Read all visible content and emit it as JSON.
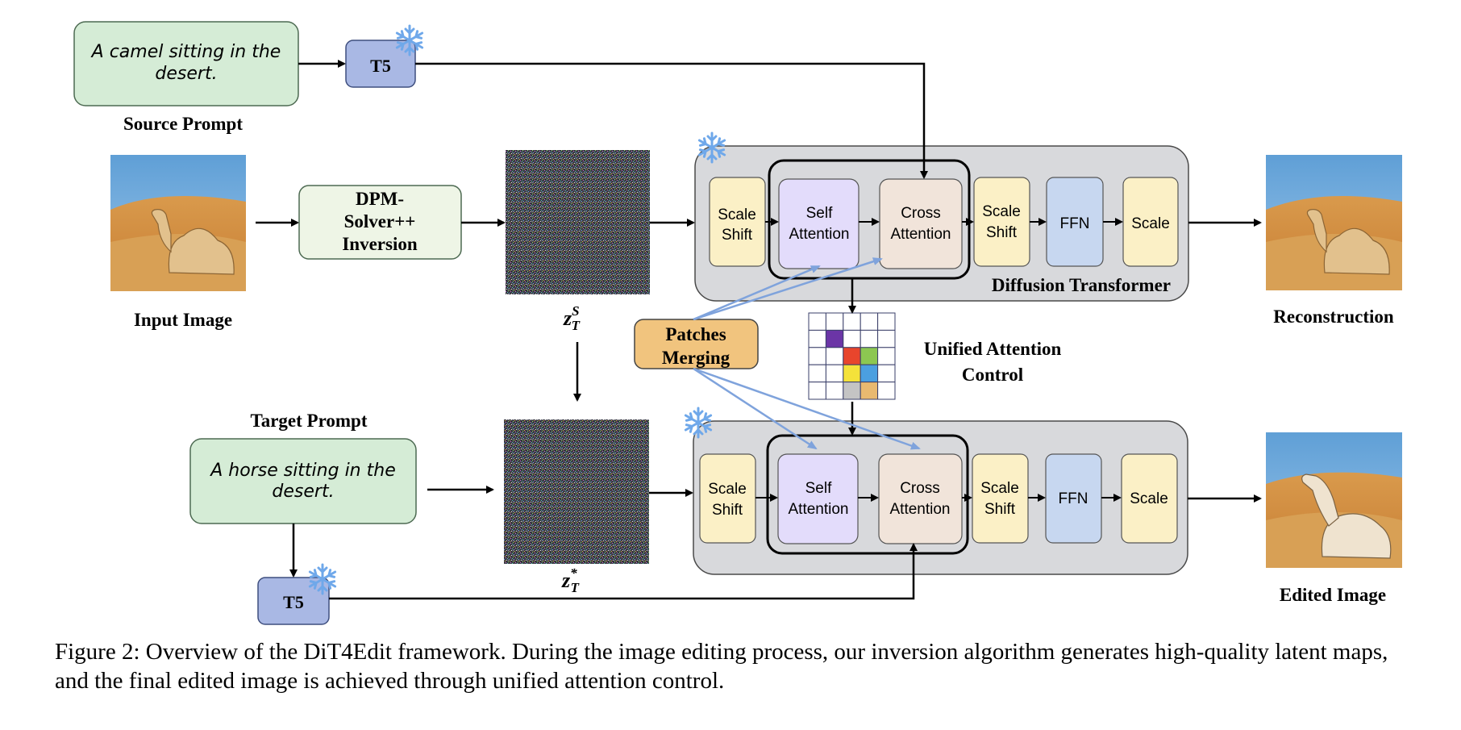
{
  "colors": {
    "prompt_fill": "#d5ecd6",
    "t5_fill": "#a9b8e4",
    "dpm_fill": "#eef5e6",
    "dit_panel": "#d8d9dc",
    "scale_fill": "#fbf0c6",
    "self_attn_fill": "#e3dcfb",
    "cross_attn_fill": "#f1e4da",
    "ffn_fill": "#c7d7f0",
    "patches_fill": "#f1c47e",
    "arrow": "#000000",
    "blue_arrow": "#7fa3dc",
    "snowflake": "#6fa8ea"
  },
  "labels": {
    "source_prompt_text": [
      "A camel sitting in the",
      "desert."
    ],
    "source_prompt_label": "Source Prompt",
    "target_prompt_text": [
      "A horse sitting in the",
      "desert."
    ],
    "target_prompt_label": "Target Prompt",
    "t5": "T5",
    "dpm": [
      "DPM-",
      "Solver++",
      "Inversion"
    ],
    "input_image": "Input Image",
    "reconstruction": "Reconstruction",
    "edited_image": "Edited Image",
    "z_source": "z",
    "z_source_sup": "S",
    "z_source_sub": "T",
    "z_target": "z",
    "z_target_sup": "*",
    "z_target_sub": "T",
    "scale_shift": [
      "Scale",
      "Shift"
    ],
    "self_attention": [
      "Self",
      "Attention"
    ],
    "cross_attention": [
      "Cross",
      "Attention"
    ],
    "ffn": "FFN",
    "scale": "Scale",
    "diffusion_transformer": "Diffusion Transformer",
    "patches_merging": [
      "Patches",
      "Merging"
    ],
    "unified_attention_control": [
      "Unified Attention",
      "Control"
    ]
  },
  "grid_colors": [
    {
      "row": 1,
      "col": 1,
      "color": "#6b35a6"
    },
    {
      "row": 2,
      "col": 2,
      "color": "#e8452c"
    },
    {
      "row": 2,
      "col": 3,
      "color": "#8cc751"
    },
    {
      "row": 3,
      "col": 2,
      "color": "#f4e23a"
    },
    {
      "row": 3,
      "col": 3,
      "color": "#4b9fe0"
    },
    {
      "row": 4,
      "col": 2,
      "color": "#c4c4c4"
    },
    {
      "row": 4,
      "col": 3,
      "color": "#e9b970"
    }
  ],
  "caption": "Figure 2: Overview of the DiT4Edit framework. During the image editing process, our inversion algorithm generates high-quality latent maps, and the final edited image is achieved through unified attention control."
}
